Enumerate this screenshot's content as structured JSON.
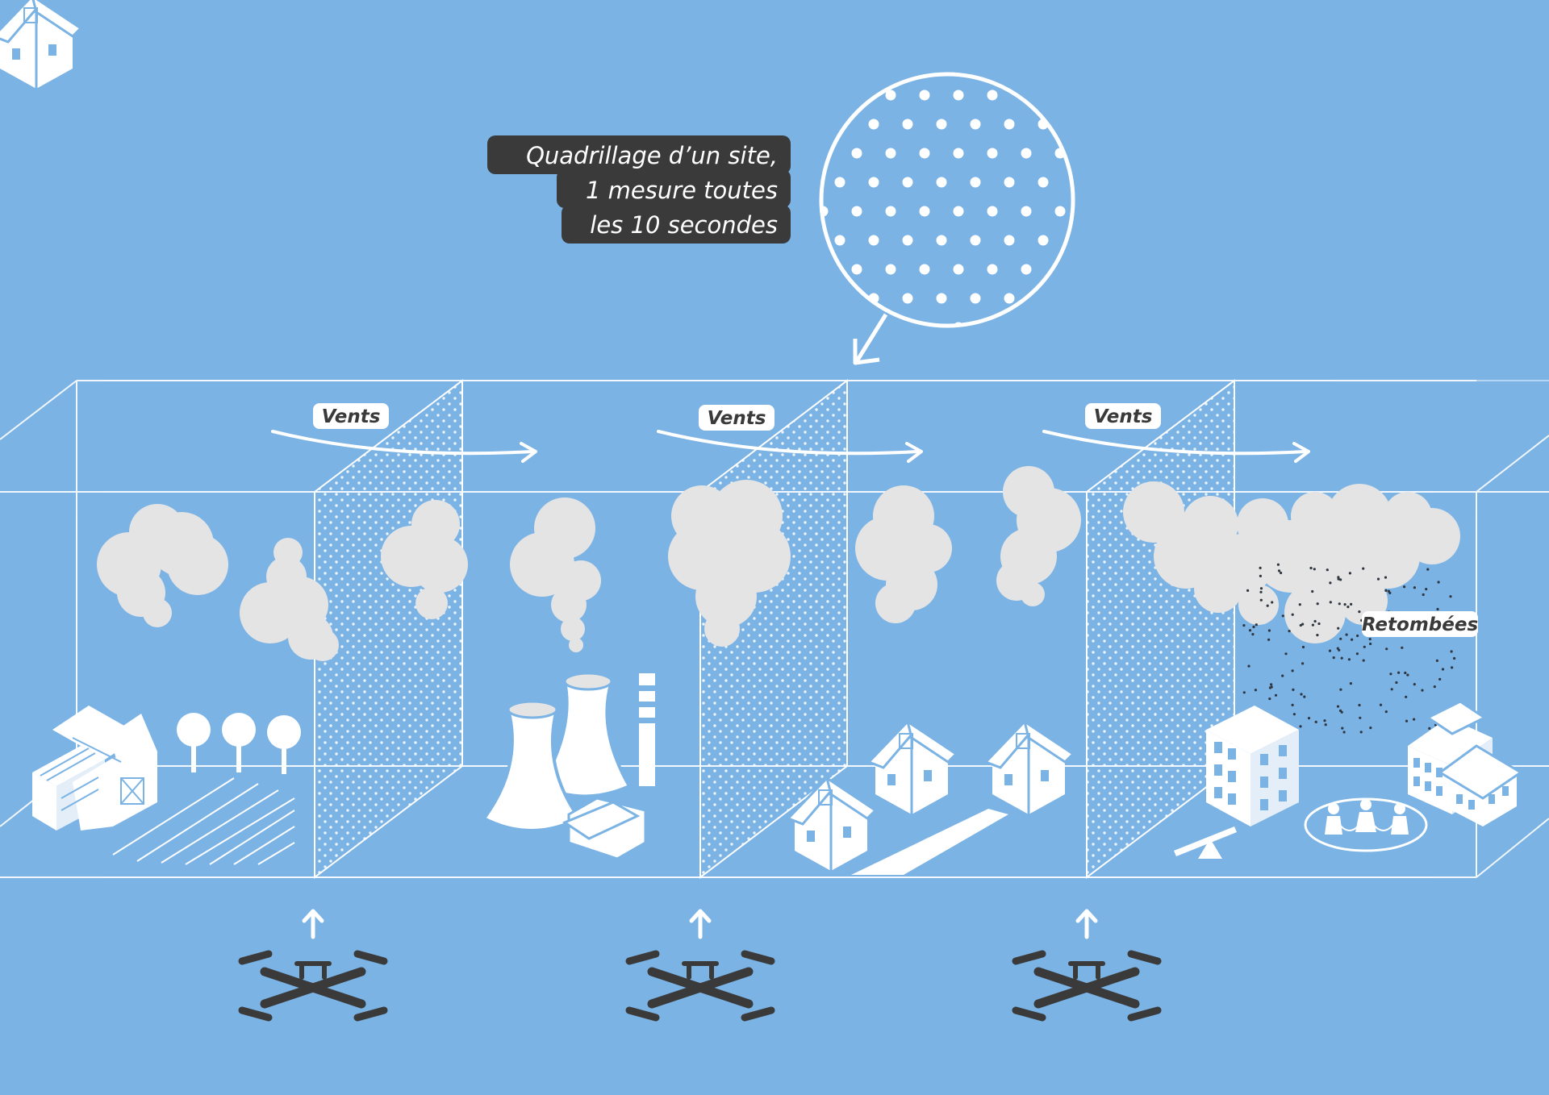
{
  "callout": {
    "line1": "Quadrillage d’un site,",
    "line2": "1 mesure toutes",
    "line3": "les 10 secondes"
  },
  "wind_labels": [
    "Vents",
    "Vents",
    "Vents"
  ],
  "fallout_label": "Retombées",
  "colors": {
    "background": "#7bb3e5",
    "line": "#ffffff",
    "smoke": "#e4e4e4",
    "dark": "#3a3a3a"
  },
  "icons": [
    "farm-icon",
    "tree-icon",
    "power-plant-icon",
    "house-icon",
    "apartment-icon",
    "school-icon",
    "seesaw-icon",
    "children-icon",
    "drone-icon",
    "arrow-up-icon"
  ]
}
